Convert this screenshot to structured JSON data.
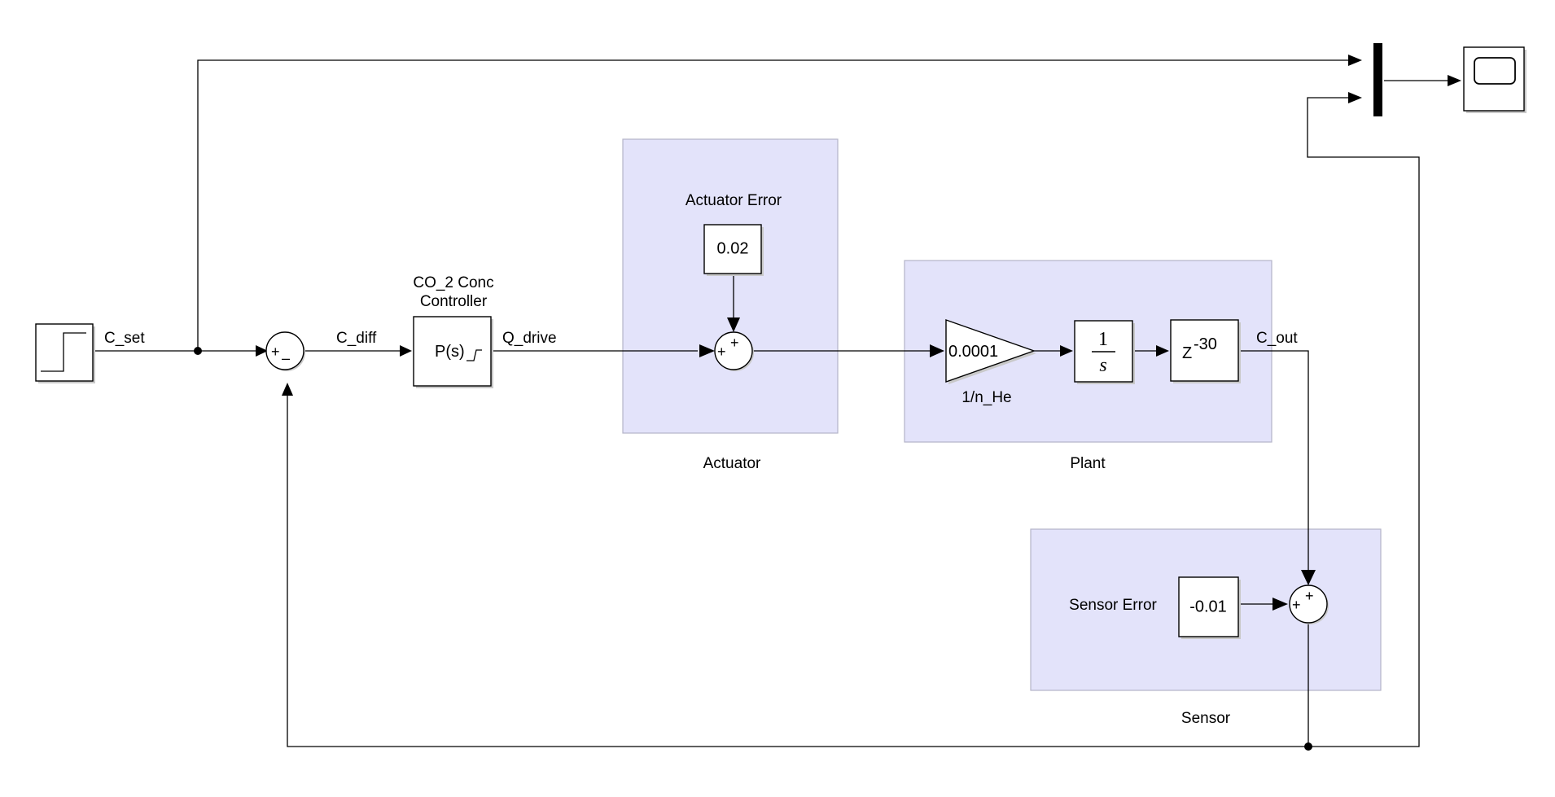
{
  "signals": {
    "c_set": "C_set",
    "c_diff": "C_diff",
    "q_drive": "Q_drive",
    "c_out": "C_out"
  },
  "controller": {
    "title_line1": "CO_2 Conc",
    "title_line2": "Controller",
    "text": "P(s)"
  },
  "actuator": {
    "area_label": "Actuator",
    "error_label": "Actuator Error",
    "error_value": "0.02"
  },
  "plant": {
    "area_label": "Plant",
    "gain_value": "0.0001",
    "gain_label": "1/n_He",
    "integrator_num": "1",
    "integrator_den": "s",
    "delay_base": "Z",
    "delay_exp": "-30"
  },
  "sensor": {
    "area_label": "Sensor",
    "error_label": "Sensor Error",
    "error_value": "-0.01"
  },
  "sum_blocks": {
    "feedback_signs": [
      "+",
      "–"
    ],
    "actuator_signs": [
      "+",
      "+"
    ],
    "sensor_signs": [
      "+",
      "+"
    ]
  }
}
